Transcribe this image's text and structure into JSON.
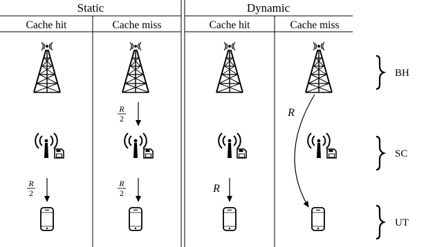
{
  "groups": {
    "static": "Static",
    "dynamic": "Dynamic"
  },
  "columns": {
    "static_hit": "Cache hit",
    "static_miss": "Cache miss",
    "dynamic_hit": "Cache hit",
    "dynamic_miss": "Cache miss"
  },
  "layers": {
    "bh": "BH",
    "sc": "SC",
    "ut": "UT"
  },
  "rates": {
    "static_miss_bh_sc": {
      "num": "R",
      "den": "2"
    },
    "static_hit_sc_ut": {
      "num": "R",
      "den": "2"
    },
    "static_miss_sc_ut": {
      "num": "R",
      "den": "2"
    },
    "dynamic_hit_sc_ut": "R",
    "dynamic_miss_bh_ut": "R"
  }
}
